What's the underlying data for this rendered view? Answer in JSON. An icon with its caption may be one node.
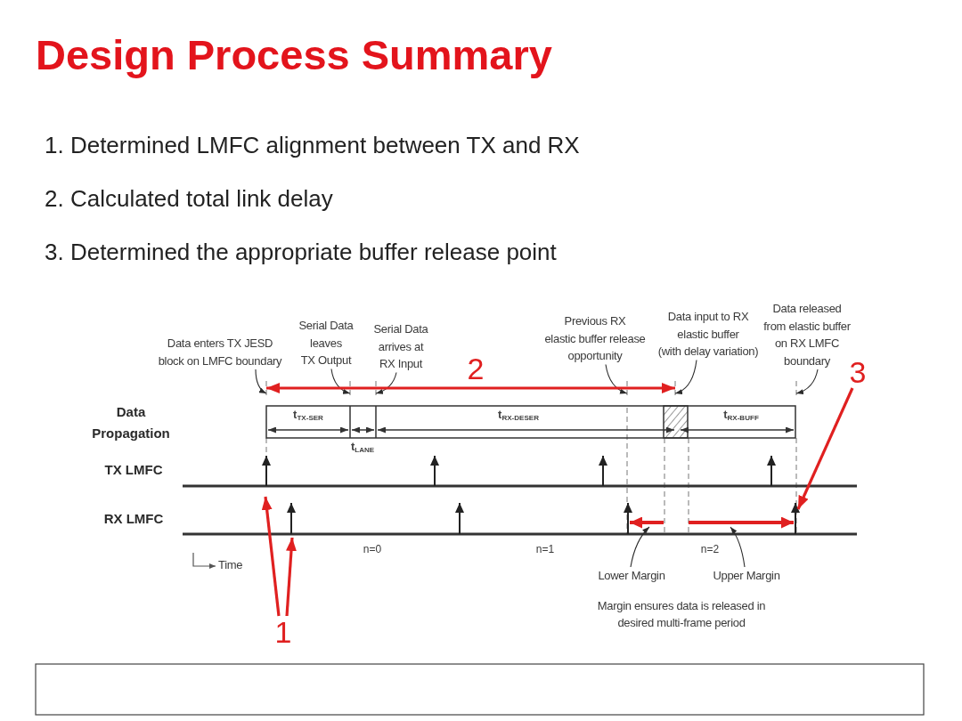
{
  "diagram": {
    "title": "Design Process Summary",
    "nodes": [
      {
        "text": [
          "Data enters TX JESD block on LMFC boundary"
        ]
      },
      {
        "text": [
          "Serial Data leaves TX Output"
        ]
      },
      {
        "text": [
          "Serial Data arrives at RX Input"
        ]
      },
      {
        "text": [
          "Previous RX elastic buffer release opportunity"
        ]
      },
      {
        "text": [
          "Data input to RX elastic buffer (with delay variation)"
        ]
      },
      {
        "text": [
          "Data released from elastic buffer on RX LMFC boundary"
        ]
      },
      {
        "text": [
          "3"
        ]
      },
      {
        "text": [
          "Lower Margin"
        ]
      },
      {
        "text": [
          "Upper Margin"
        ]
      },
      {
        "text": [
          "1"
        ]
      },
      {
        "text": [],
        "shape": "line"
      },
      {
        "text": [],
        "shape": "line"
      },
      {
        "text": [],
        "shape": "line"
      },
      {
        "text": [],
        "shape": "line"
      },
      {
        "text": [],
        "shape": "line"
      },
      {
        "text": [],
        "shape": "line"
      }
    ],
    "edges": [
      {
        "from": 0,
        "to": 10,
        "arrow": "to"
      },
      {
        "from": 1,
        "to": 11,
        "arrow": "to"
      },
      {
        "from": 2,
        "to": 12,
        "arrow": "to"
      },
      {
        "from": 3,
        "to": 13,
        "arrow": "to"
      },
      {
        "from": 4,
        "to": 14,
        "arrow": "to"
      },
      {
        "from": 5,
        "to": 15,
        "arrow": "to"
      },
      {
        "from": 6,
        "to": null,
        "arrow": "to",
        "style": "thick",
        "color": "#e02020"
      },
      {
        "from": 7,
        "to": null,
        "arrow": "to"
      },
      {
        "from": 8,
        "to": null,
        "arrow": "to"
      },
      {
        "from": 9,
        "to": null,
        "arrow": "to",
        "style": "thick",
        "color": "#e02020"
      },
      {
        "from": 9,
        "to": null,
        "arrow": "to",
        "style": "thick",
        "color": "#e02020"
      },
      {
        "from": 10,
        "to": 14,
        "arrow": "both",
        "label": "2",
        "style": "thick",
        "color": "#e02020"
      }
    ],
    "labels": [
      "1. Determined LMFC alignment between TX and RX",
      "2. Calculated total link delay",
      "3. Determined the appropriate buffer release point",
      "Data Propagation",
      "t$_{TX-SER}$",
      "t$_{RX-DESER}$",
      "t$_{RX-BUFF}$",
      "t$_{LANE}$",
      "TX LMFC",
      "RX LMFC",
      "Time",
      "n=0",
      "n=1",
      "n=2",
      "Margin ensures data is released in desired multi-frame period"
    ]
  }
}
